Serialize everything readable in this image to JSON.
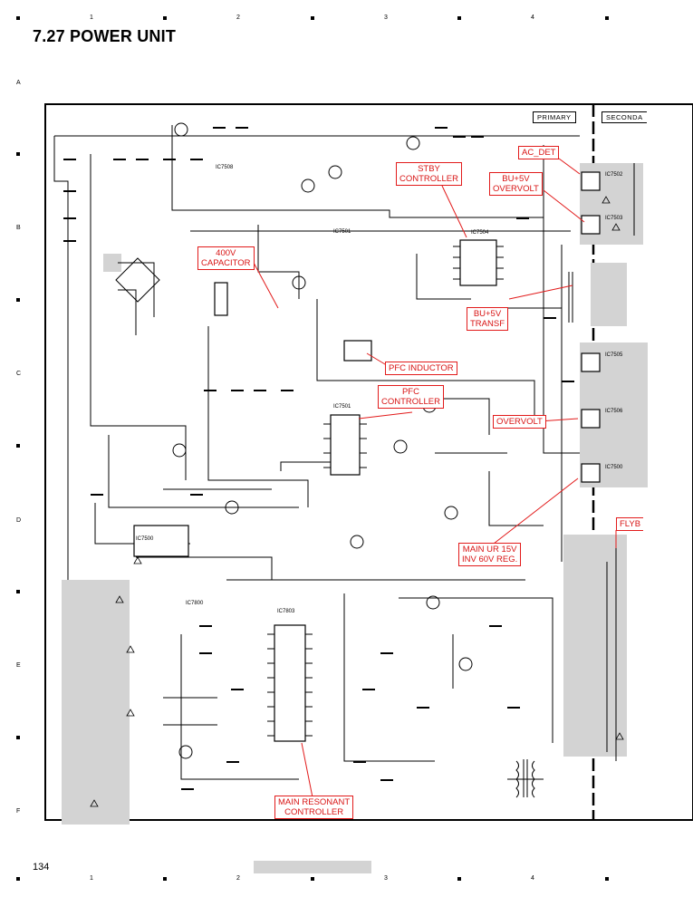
{
  "page": {
    "title": "7.27  POWER UNIT",
    "page_number": "134",
    "column_markers": [
      "1",
      "2",
      "3",
      "4"
    ],
    "row_markers": [
      "A",
      "B",
      "C",
      "D",
      "E",
      "F"
    ]
  },
  "sections": {
    "primary": "PRIMARY",
    "secondary": "SECONDA"
  },
  "callouts": {
    "ac_det": "AC_DET",
    "stby_controller": [
      "STBY",
      "CONTROLLER"
    ],
    "bu_5v_overvolt": [
      "BU+5V",
      "OVERVOLT"
    ],
    "capacitor_400v": [
      "400V",
      "CAPACITOR"
    ],
    "bu_5v_transf": [
      "BU+5V",
      "TRANSF"
    ],
    "pfc_inductor": "PFC INDUCTOR",
    "pfc_controller": [
      "PFC",
      "CONTROLLER"
    ],
    "overvolt": "OVERVOLT",
    "flyb": "FLYB",
    "main_ur": [
      "MAIN UR 15V",
      "INV 60V REG."
    ],
    "main_resonant": [
      "MAIN RESONANT",
      "CONTROLLER"
    ]
  },
  "ic_labels": [
    "IC7508",
    "IC7504",
    "IC7503",
    "IC7501",
    "IC7500",
    "IC7800",
    "IC7803",
    "IC7502",
    "IC7505",
    "IC7506",
    "IC7500",
    "IC7501"
  ],
  "colors": {
    "callout_red": "#e21b1b",
    "shaded_area": "#cfcfcf",
    "wire": "#000000"
  }
}
